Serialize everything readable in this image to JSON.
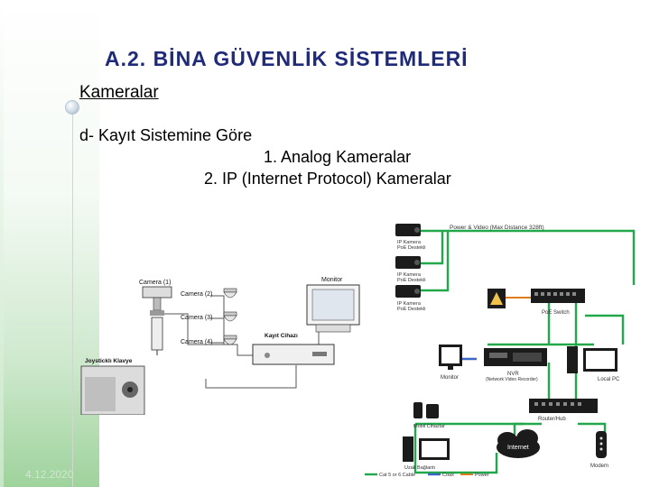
{
  "slide": {
    "title": "A.2. BİNA GÜVENLİK SİSTEMLERİ",
    "subtitle": "Kameralar",
    "line1": "d- Kayıt Sistemine Göre",
    "line2": "1. Analog Kameralar",
    "line3": "2. IP (Internet Protocol) Kameralar",
    "date": "4.12.2020"
  },
  "analog_diagram": {
    "camera1": "Camera (1)",
    "camera2": "Camera (2)",
    "camera3": "Camera (3)",
    "camera4": "Camera (4)",
    "monitor": "Monitor",
    "recorder": "Kayıt Cihazı",
    "keyboard": "Joysticklı Klavye"
  },
  "ip_diagram": {
    "top_cable": "Power & Video (Max Distance 328ft)",
    "cam1": [
      "IP Kamera",
      "PoE Destekli"
    ],
    "cam2": [
      "IP Kamera",
      "PoE Destekli"
    ],
    "cam3": [
      "IP Kamera",
      "PoE Destekli"
    ],
    "switch": "PoE Switch",
    "monitor": "Monitor",
    "nvr": [
      "NVR",
      "(Network Video Recorder)"
    ],
    "local_pc": "Local PC",
    "router": "Router/Hub",
    "mobile": "Mobil Cihazlar",
    "remote_pc": "Uzak Bağlantı",
    "internet": "Internet",
    "modem": "Modem",
    "legend": [
      "Cat 5 or 6 Cable",
      "Coax",
      "Power"
    ]
  },
  "colors": {
    "title": "#1f2a78",
    "cable": "#22a84a",
    "coax": "#3a66c4",
    "power": "#e07b1a",
    "device": "#1b1b1b"
  }
}
